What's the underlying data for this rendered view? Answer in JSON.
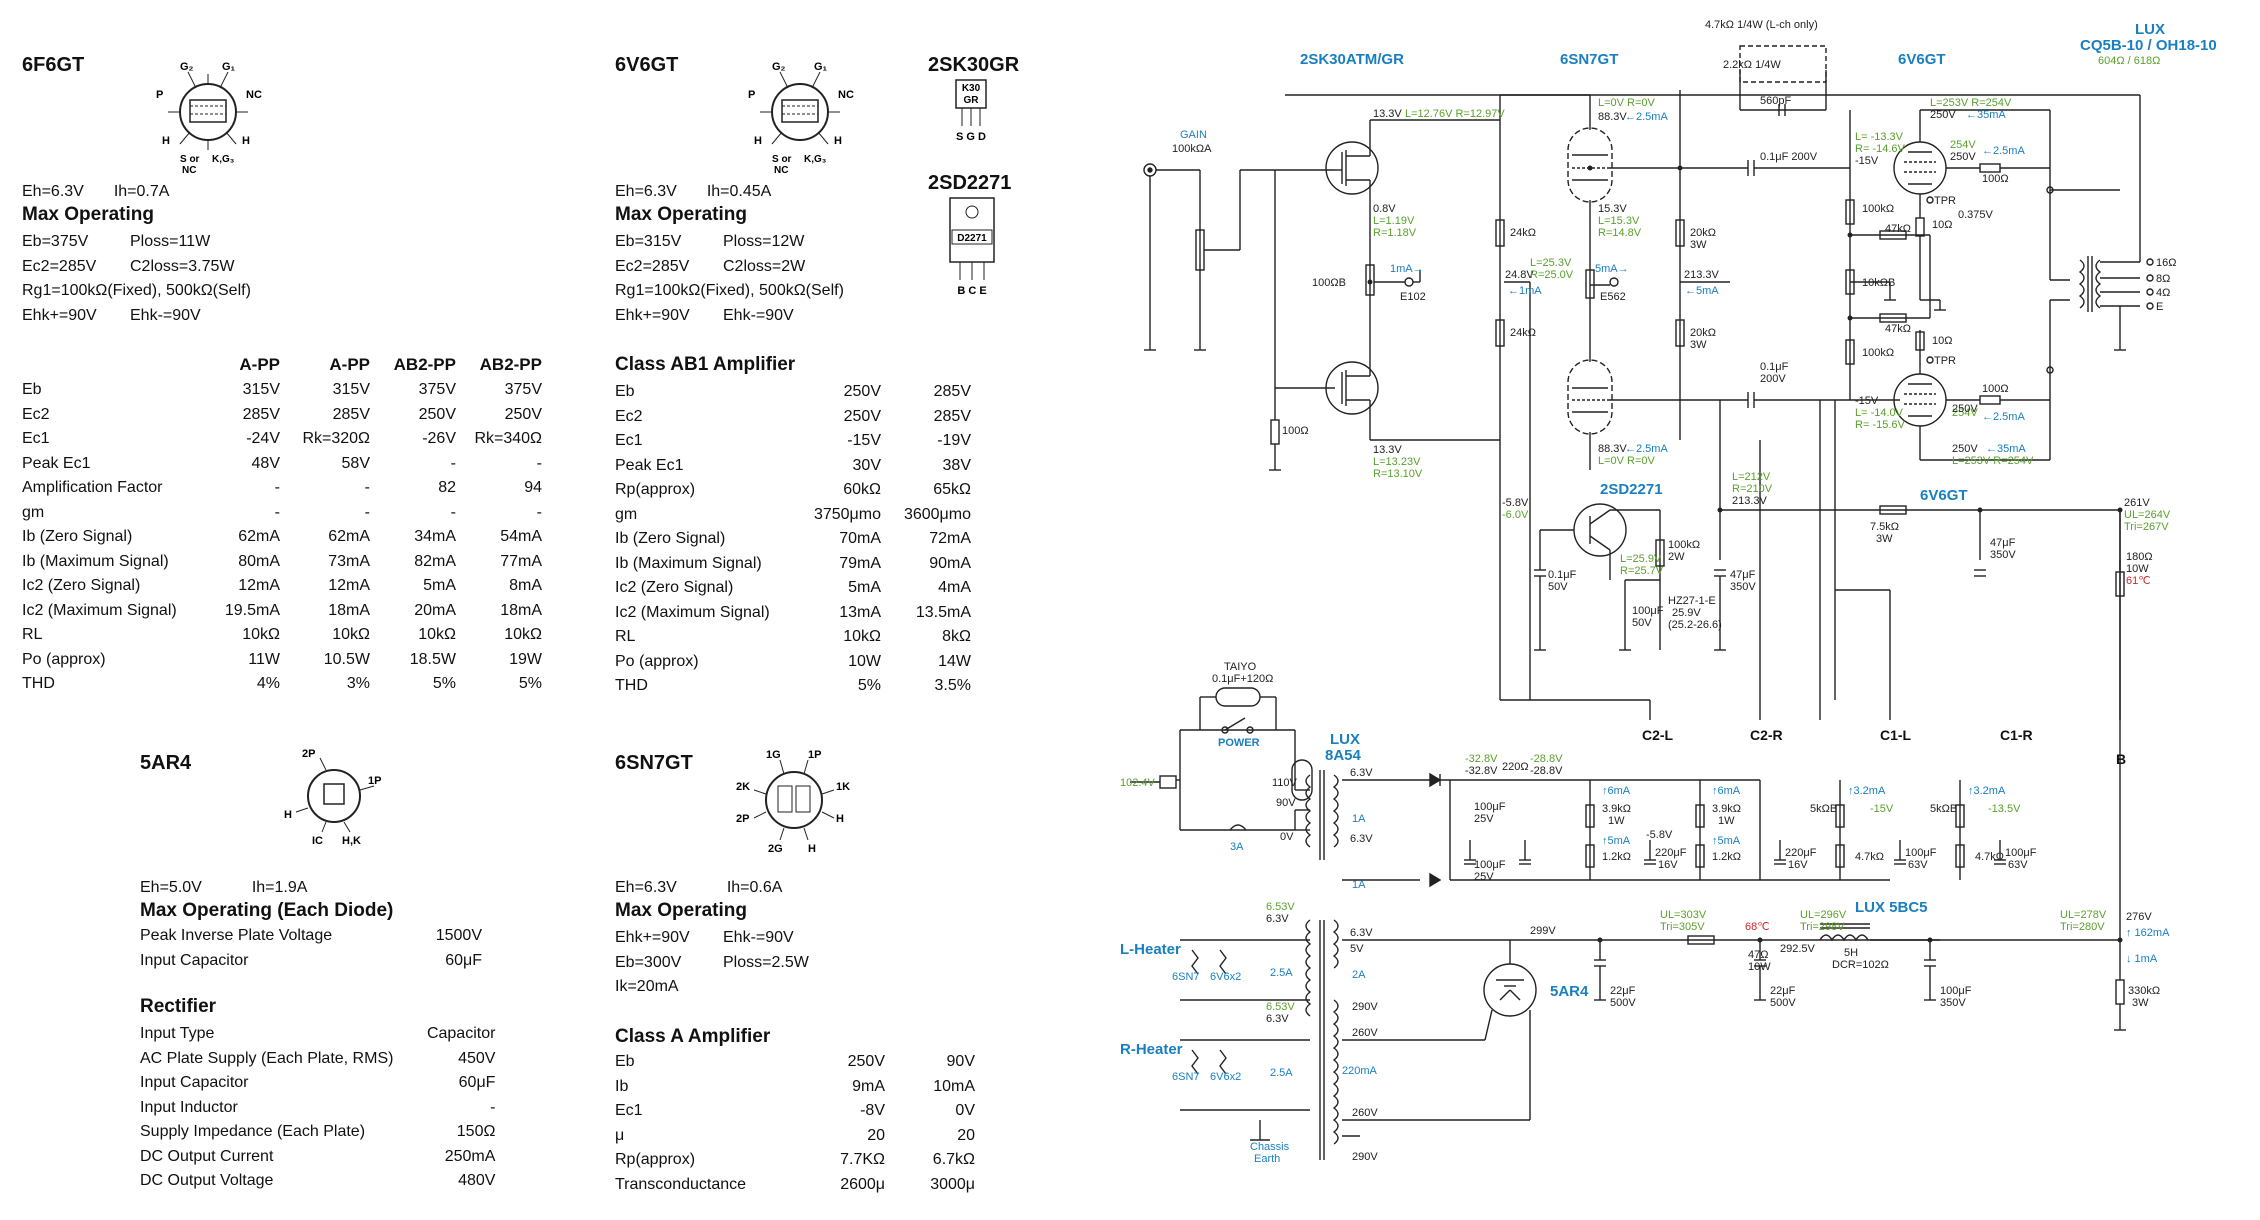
{
  "tubes": {
    "f6": {
      "name": "6F6GT",
      "eh": "Eh=6.3V",
      "ih": "Ih=0.7A",
      "maxop": "Max Operating",
      "rows": [
        [
          "Eb=375V",
          "Ploss=11W"
        ],
        [
          "Ec2=285V",
          "C2loss=3.75W"
        ],
        [
          "Rg1=100kΩ(Fixed), 500kΩ(Self)",
          ""
        ],
        [
          "Ehk+=90V",
          "Ehk-=90V"
        ]
      ],
      "pins": {
        "g2": "G₂",
        "g1": "G₁",
        "p": "P",
        "nc": "NC",
        "h1": "H",
        "h2": "H",
        "s": "S or\nNC",
        "k": "K,G₃"
      },
      "table": {
        "headers": [
          "",
          "A-PP",
          "A-PP",
          "AB2-PP",
          "AB2-PP"
        ],
        "rows": [
          [
            "Eb",
            "315V",
            "315V",
            "375V",
            "375V"
          ],
          [
            "Ec2",
            "285V",
            "285V",
            "250V",
            "250V"
          ],
          [
            "Ec1",
            "-24V",
            "Rk=320Ω",
            "-26V",
            "Rk=340Ω"
          ],
          [
            "Peak Ec1",
            "48V",
            "58V",
            "-",
            "-"
          ],
          [
            "Amplification Factor",
            "-",
            "-",
            "82",
            "94"
          ],
          [
            "gm",
            "-",
            "-",
            "-",
            "-"
          ],
          [
            "Ib (Zero Signal)",
            "62mA",
            "62mA",
            "34mA",
            "54mA"
          ],
          [
            "Ib (Maximum Signal)",
            "80mA",
            "73mA",
            "82mA",
            "77mA"
          ],
          [
            "Ic2 (Zero Signal)",
            "12mA",
            "12mA",
            "5mA",
            "8mA"
          ],
          [
            "Ic2 (Maximum Signal)",
            "19.5mA",
            "18mA",
            "20mA",
            "18mA"
          ],
          [
            "RL",
            "10kΩ",
            "10kΩ",
            "10kΩ",
            "10kΩ"
          ],
          [
            "Po (approx)",
            "11W",
            "10.5W",
            "18.5W",
            "19W"
          ],
          [
            "THD",
            "4%",
            "3%",
            "5%",
            "5%"
          ]
        ]
      }
    },
    "v6": {
      "name": "6V6GT",
      "eh": "Eh=6.3V",
      "ih": "Ih=0.45A",
      "maxop": "Max Operating",
      "rows": [
        [
          "Eb=315V",
          "Ploss=12W"
        ],
        [
          "Ec2=285V",
          "C2loss=2W"
        ],
        [
          "Rg1=100kΩ(Fixed), 500kΩ(Self)",
          ""
        ],
        [
          "Ehk+=90V",
          "Ehk-=90V"
        ]
      ],
      "classTitle": "Class AB1 Amplifier",
      "table": [
        [
          "Eb",
          "250V",
          "285V"
        ],
        [
          "Ec2",
          "250V",
          "285V"
        ],
        [
          "Ec1",
          "-15V",
          "-19V"
        ],
        [
          "Peak Ec1",
          "30V",
          "38V"
        ],
        [
          "Rp(approx)",
          "60kΩ",
          "65kΩ"
        ],
        [
          "gm",
          "3750μmo",
          "3600μmo"
        ],
        [
          "Ib (Zero Signal)",
          "70mA",
          "72mA"
        ],
        [
          "Ib (Maximum Signal)",
          "79mA",
          "90mA"
        ],
        [
          "Ic2 (Zero Signal)",
          "5mA",
          "4mA"
        ],
        [
          "Ic2 (Maximum Signal)",
          "13mA",
          "13.5mA"
        ],
        [
          "RL",
          "10kΩ",
          "8kΩ"
        ],
        [
          "Po (approx)",
          "10W",
          "14W"
        ],
        [
          "THD",
          "5%",
          "3.5%"
        ]
      ]
    },
    "sk30": {
      "name": "2SK30GR",
      "mark1": "K30",
      "mark2": "GR",
      "pins": "S G D"
    },
    "sd2271": {
      "name": "2SD2271",
      "mark": "D2271",
      "pins": "B C E"
    },
    "ar4": {
      "name": "5AR4",
      "eh": "Eh=5.0V",
      "ih": "Ih=1.9A",
      "maxop": "Max Operating (Each Diode)",
      "rows": [
        [
          "Peak Inverse Plate Voltage",
          "1500V"
        ],
        [
          "Input Capacitor",
          "60μF"
        ]
      ],
      "rectTitle": "Rectifier",
      "rect": [
        [
          "Input Type",
          "Capacitor"
        ],
        [
          "AC Plate Supply (Each Plate, RMS)",
          "450V"
        ],
        [
          "Input Capacitor",
          "60μF"
        ],
        [
          "Input Inductor",
          "-"
        ],
        [
          "Supply Impedance (Each Plate)",
          "150Ω"
        ],
        [
          "DC Output Current",
          "250mA"
        ],
        [
          "DC Output Voltage",
          "480V"
        ]
      ],
      "pins": {
        "p2": "2P",
        "p1": "1P",
        "h": "H",
        "ic": "IC",
        "hk": "H,K"
      }
    },
    "sn7": {
      "name": "6SN7GT",
      "eh": "Eh=6.3V",
      "ih": "Ih=0.6A",
      "maxop": "Max Operating",
      "rows": [
        [
          "Ehk+=90V",
          "Ehk-=90V"
        ],
        [
          "Eb=300V",
          "Ploss=2.5W"
        ],
        [
          "Ik=20mA",
          ""
        ]
      ],
      "classTitle": "Class A Amplifier",
      "table": [
        [
          "Eb",
          "250V",
          "90V"
        ],
        [
          "Ib",
          "9mA",
          "10mA"
        ],
        [
          "Ec1",
          "-8V",
          "0V"
        ],
        [
          "μ",
          "20",
          "20"
        ],
        [
          "Rp(approx)",
          "7.7KΩ",
          "6.7kΩ"
        ],
        [
          "Transconductance",
          "2600μ",
          "3000μ"
        ]
      ],
      "pins": {
        "g1": "1G",
        "p1": "1P",
        "k2": "2K",
        "k1": "1K",
        "p2": "2P",
        "g2": "2G",
        "h": "H",
        "h2": "H"
      }
    }
  },
  "schematic": {
    "colors": {
      "blue": "#1a7fc0",
      "green": "#5aa02c",
      "red": "#d4272a",
      "line": "#222222"
    },
    "titles": {
      "sk30": "2SK30ATM/GR",
      "sn7": "6SN7GT",
      "v6": "6V6GT",
      "lux": "LUX",
      "lux_model": "CQ5B-10 / OH18-10",
      "lux_imp": "604Ω / 618Ω",
      "sd2271": "2SD2271",
      "v6b": "6V6GT",
      "lux8a54a": "LUX",
      "lux8a54b": "8A54",
      "lux5bc5": "LUX 5BC5",
      "ar4": "5AR4",
      "lheater": "L-Heater",
      "rheater": "R-Heater",
      "power": "POWER",
      "taiyo": "TAIYO",
      "taiyo2": "0.1μF+120Ω",
      "chassis1": "Chassis",
      "chassis2": "Earth",
      "gain": "GAIN",
      "gain2": "100kΩA",
      "v102": "102.4V",
      "fuse": "3A"
    },
    "labels": {
      "fb_res": "4.7kΩ 1/4W (L-ch only)",
      "fb_res2": "2.2kΩ 1/4W",
      "fb_cap": "560pF",
      "v133a": "13.3V",
      "l1276": "L=12.76V R=12.97V",
      "v08": "0.8V",
      "l119": "L=1.19V",
      "r118": "R=1.18V",
      "r100b": "100ΩB",
      "e102": "E102",
      "ma1": "1mA→",
      "ma1b": "←1mA",
      "r24k": "24kΩ",
      "r24k2": "24kΩ",
      "v248": "24.8V",
      "l253": "L=25.3V",
      "r250": "R=25.0V",
      "v133b": "13.3V",
      "l1323": "L=13.23V",
      "r1310": "R=13.10V",
      "r100": "100Ω",
      "v58": "-5.8V",
      "v60": "-6.0V",
      "l0r0": "L=0V  R=0V",
      "v883": "88.3V",
      "ma25": "←2.5mA",
      "v153": "15.3V",
      "l153": "L=15.3V",
      "r148": "R=14.8V",
      "ma5": "5mA→",
      "ma5b": "←5mA",
      "e562": "E562",
      "l0b": "L=0V  R=0V",
      "v883b": "88.3V",
      "ma25b": "←2.5mA",
      "l0c": "L=0V  R=0V",
      "r20k": "20kΩ",
      "r20kw": "3W",
      "v2133": "213.3V",
      "r20k2": "20kΩ",
      "r20k2w": "3W",
      "c01": "0.1μF 200V",
      "c01b": "0.1μF",
      "c01b2": "200V",
      "l133": "L= -13.3V",
      "r146": "R= -14.6V",
      "v15": "-15V",
      "r100k": "100kΩ",
      "r47k": "47kΩ",
      "r10kb": "10kΩB",
      "r47k2": "47kΩ",
      "r100k2": "100kΩ",
      "v15b": "-15V",
      "l140": "L= -14.0V",
      "r156": "R= -15.6V",
      "l253v": "L=253V  R=254V",
      "v250": "250V",
      "ma35": "←35mA",
      "v254": "254V",
      "v250b": "250V",
      "ma25c": "←2.5mA",
      "r100c": "100Ω",
      "tpr": "TPR",
      "r10": "10Ω",
      "v0375": "0.375V",
      "r10b": "10Ω",
      "tpr2": "TPR",
      "r100d": "100Ω",
      "v254b": "254V",
      "v250c": "250V",
      "ma25d": "←2.5mA",
      "v250d": "250V",
      "ma35b": "←35mA",
      "l253b": "L=253V  R=254V",
      "o16": "16Ω",
      "o8": "8Ω",
      "o4": "4Ω",
      "oe": "E",
      "l212": "L=212V",
      "r210": "R=210V",
      "v2133b": "213.3V",
      "r75k": "7.5kΩ",
      "r75kw": "3W",
      "v261": "261V",
      "ul264": "UL=264V",
      "tri267": "Tri=267V",
      "c47": "47μF",
      "c47v": "350V",
      "r180": "180Ω",
      "r180w": "10W",
      "t61": "61℃",
      "c01c": "0.1μF",
      "c01cv": "50V",
      "l259": "L=25.9V",
      "r257": "R=25.7V",
      "r100k3": "100kΩ",
      "r100k3w": "2W",
      "c47b": "47μF",
      "c47bv": "350V",
      "c100": "100μF",
      "c100v": "50V",
      "hz": "HZ27-1-E",
      "hz2": "25.9V",
      "hz3": "(25.2-26.6)",
      "c2l": "C2-L",
      "c2r": "C2-R",
      "c1l": "C1-L",
      "c1r": "C1-R",
      "b": "B",
      "n328": "-32.8V",
      "n328b": "-32.8V",
      "r220": "220Ω",
      "n288": "-28.8V",
      "n288b": "-28.8V",
      "c100b": "100μF",
      "c100bv": "25V",
      "c100c": "100μF",
      "c100cv": "25V",
      "ma6": "↑6mA",
      "r39k": "3.9kΩ",
      "r39kw": "1W",
      "ma5c": "↑5mA",
      "r12k": "1.2kΩ",
      "n58": "-5.8V",
      "c220": "220μF",
      "c220v": "16V",
      "ma6b": "↑6mA",
      "r39kb": "3.9kΩ",
      "r39kbw": "1W",
      "ma5d": "↑5mA",
      "r12kb": "1.2kΩ",
      "c220b": "220μF",
      "c220bv": "16V",
      "ma32": "↑3.2mA",
      "r5kb": "5kΩB",
      "n15": "-15V",
      "r47kc": "4.7kΩ",
      "c100d": "100μF",
      "c100dv": "63V",
      "ma32b": "↑3.2mA",
      "r5kb2": "5kΩB",
      "n135": "-13.5V",
      "r47kd": "4.7kΩ",
      "c100e": "100μF",
      "c100ev": "63V",
      "t110": "110V",
      "t90": "90V",
      "t0": "0V",
      "t63": "6.3V",
      "t1a": "1A",
      "t63b": "6.3V",
      "t1ab": "1A",
      "t63c": "6.3V",
      "t5v": "5V",
      "t2a": "2A",
      "t290": "290V",
      "t260": "260V",
      "t220ma": "220mA",
      "t260b": "260V",
      "t290b": "290V",
      "h653": "6.53V",
      "h63": "6.3V",
      "h25": "2.5A",
      "h6sn7": "6SN7",
      "h6v6": "6V6x2",
      "h653b": "6.53V",
      "h63b": "6.3V",
      "h25b": "2.5A",
      "h6sn7b": "6SN7",
      "h6v6b": "6V6x2",
      "v299": "299V",
      "ul303": "UL=303V",
      "tri305": "Tri=305V",
      "t68": "68℃",
      "r47": "47Ω",
      "r47w": "10W",
      "v2925": "292.5V",
      "ul296": "UL=296V",
      "tri298": "Tri=298V",
      "h5": "5H",
      "dcr": "DCR=102Ω",
      "ul278": "UL=278V",
      "tri280": "Tri=280V",
      "v276": "276V",
      "ma162": "↑ 162mA",
      "ma1c": "↓ 1mA",
      "c22": "22μF",
      "c22v": "500V",
      "c22b": "22μF",
      "c22bv": "500V",
      "c100f": "100μF",
      "c100fv": "350V",
      "r330": "330kΩ",
      "r330w": "3W"
    }
  }
}
